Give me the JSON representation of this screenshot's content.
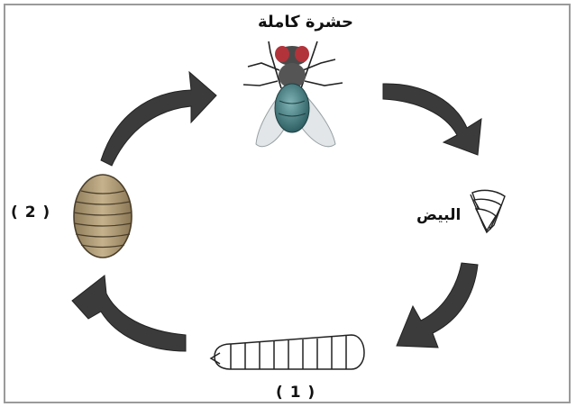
{
  "labels": {
    "adult": "حشرة كاملة",
    "eggs": "البيض",
    "larva": "( 1 )",
    "pupa": "( 2 )"
  },
  "stages": [
    "adult-fly",
    "eggs",
    "larva",
    "pupa"
  ],
  "icons": {
    "adult": "fly-icon",
    "eggs": "eggs-icon",
    "larva": "larva-icon",
    "pupa": "pupa-icon",
    "arrow": "curved-arrow-icon"
  },
  "colors": {
    "arrow": "#3b3b3b",
    "fly_body": "#3f7f83",
    "fly_eye": "#b2333a",
    "pupa": "#b4a07a",
    "frame": "#9a9a9a"
  }
}
